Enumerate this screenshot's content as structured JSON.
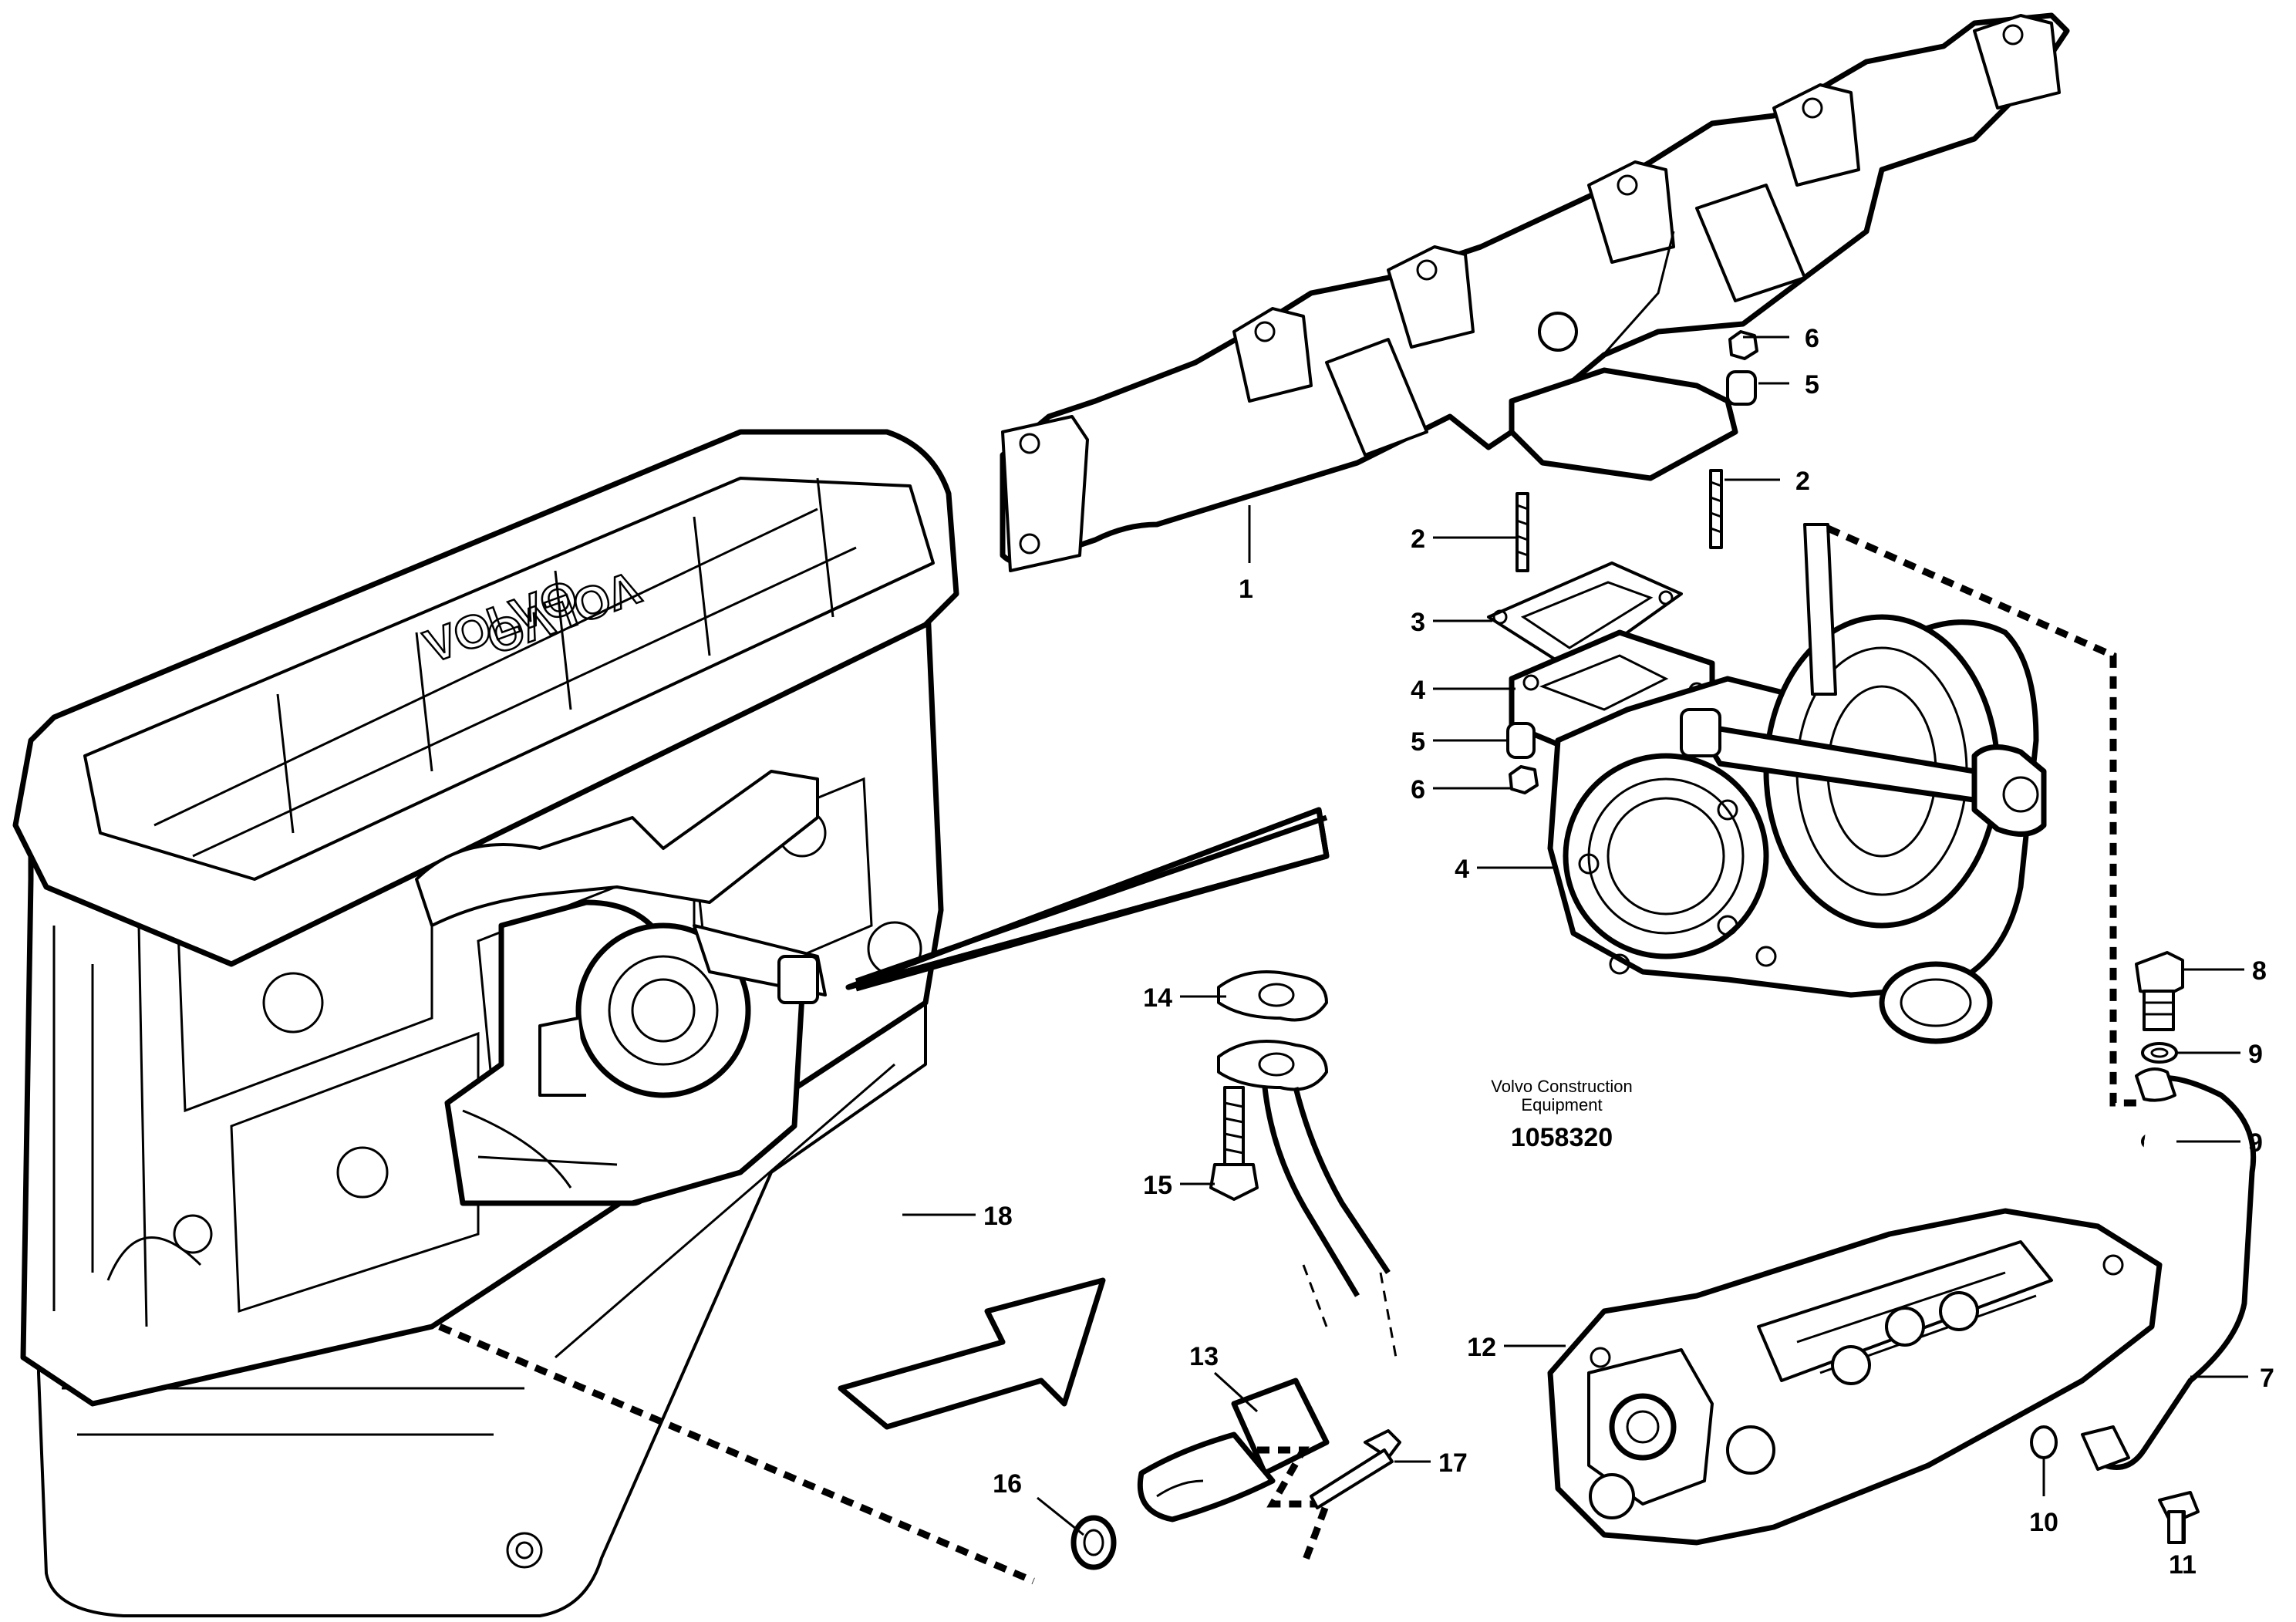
{
  "figure": {
    "caption_line1": "Volvo Construction",
    "caption_line2": "Equipment",
    "reference_number": "1058320",
    "engine_brand_text": "VOLVO"
  },
  "callouts": [
    {
      "id": "1",
      "label": "1"
    },
    {
      "id": "2a",
      "label": "2"
    },
    {
      "id": "2b",
      "label": "2"
    },
    {
      "id": "3",
      "label": "3"
    },
    {
      "id": "4a",
      "label": "4"
    },
    {
      "id": "4b",
      "label": "4"
    },
    {
      "id": "5a",
      "label": "5"
    },
    {
      "id": "5b",
      "label": "5"
    },
    {
      "id": "6a",
      "label": "6"
    },
    {
      "id": "6b",
      "label": "6"
    },
    {
      "id": "7",
      "label": "7"
    },
    {
      "id": "8",
      "label": "8"
    },
    {
      "id": "9a",
      "label": "9"
    },
    {
      "id": "9b",
      "label": "9"
    },
    {
      "id": "10",
      "label": "10"
    },
    {
      "id": "11",
      "label": "11"
    },
    {
      "id": "12",
      "label": "12"
    },
    {
      "id": "13",
      "label": "13"
    },
    {
      "id": "14",
      "label": "14"
    },
    {
      "id": "15",
      "label": "15"
    },
    {
      "id": "16",
      "label": "16"
    },
    {
      "id": "17",
      "label": "17"
    },
    {
      "id": "18",
      "label": "18"
    }
  ]
}
